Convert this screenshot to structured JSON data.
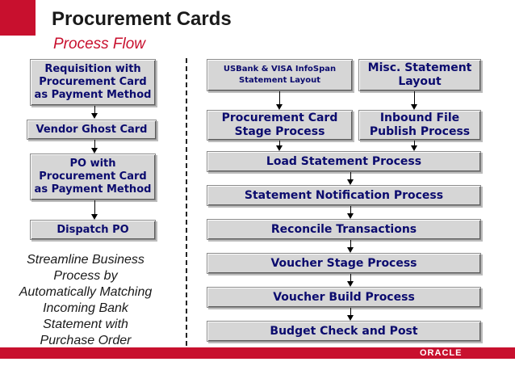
{
  "header": {
    "title": "Procurement Cards",
    "subtitle": "Process Flow"
  },
  "left": {
    "requisition": "Requisition with\nProcurement Card\nas Payment Method",
    "vendor_ghost": "Vendor Ghost Card",
    "po": "PO with\nProcurement Card\nas Payment Method",
    "dispatch": "Dispatch PO",
    "note": "Streamline Business\nProcess by\nAutomatically Matching\nIncoming Bank\nStatement with\nPurchase Order"
  },
  "right": {
    "usbank": "USBank & VISA InfoSpan\nStatement Layout",
    "misc": "Misc. Statement\nLayout",
    "stage": "Procurement Card\nStage Process",
    "inbound": "Inbound File\nPublish Process",
    "steps": [
      "Load Statement Process",
      "Statement Notification Process",
      "Reconcile Transactions",
      "Voucher Stage Process",
      "Voucher Build Process",
      "Budget Check and Post"
    ]
  },
  "footer": {
    "logo": "ORACLE"
  },
  "colors": {
    "brand_red": "#c8102e",
    "box_fill": "#d6d6d6",
    "box_text": "#0b0b6e"
  }
}
